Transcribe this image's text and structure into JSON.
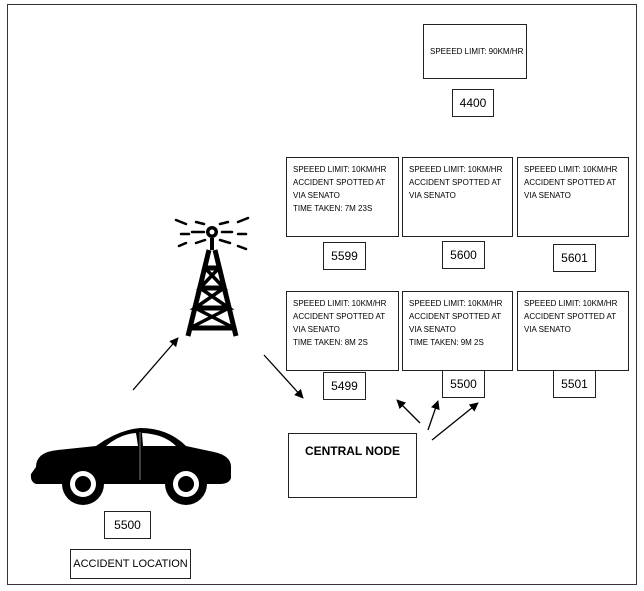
{
  "signs": {
    "s4400": {
      "limit": "SPEEED LIMIT: 90KM/HR"
    },
    "s5599": {
      "limit": "SPEEED LIMIT: 10KM/HR",
      "accident": "ACCIDENT SPOTTED AT",
      "location": "VIA SENATO",
      "time": "TIME TAKEN: 7M 23S"
    },
    "s5600": {
      "limit": "SPEEED LIMIT: 10KM/HR",
      "accident": "ACCIDENT SPOTTED AT",
      "location": "VIA SENATO"
    },
    "s5601": {
      "limit": "SPEEED LIMIT: 10KM/HR",
      "accident": "ACCIDENT SPOTTED AT",
      "location": "VIA SENATO"
    },
    "s5499": {
      "limit": "SPEEED LIMIT: 10KM/HR",
      "accident": "ACCIDENT SPOTTED AT",
      "location": "VIA SENATO",
      "time": "TIME TAKEN: 8M 2S"
    },
    "s5500": {
      "limit": "SPEEED LIMIT: 10KM/HR",
      "accident": "ACCIDENT SPOTTED AT",
      "location": "VIA SENATO",
      "time": "TIME TAKEN: 9M 2S"
    },
    "s5501": {
      "limit": "SPEEED LIMIT: 10KM/HR",
      "accident": "ACCIDENT SPOTTED AT",
      "location": "VIA SENATO"
    }
  },
  "ids": {
    "n4400": "4400",
    "n5599": "5599",
    "n5600": "5600",
    "n5601": "5601",
    "n5499": "5499",
    "n5500": "5500",
    "n5501": "5501",
    "car": "5500"
  },
  "central_node": "CENTRAL NODE",
  "accident_location": "ACCIDENT LOCATION",
  "icons": {
    "tower": "radio-tower-icon",
    "car": "car-icon"
  }
}
